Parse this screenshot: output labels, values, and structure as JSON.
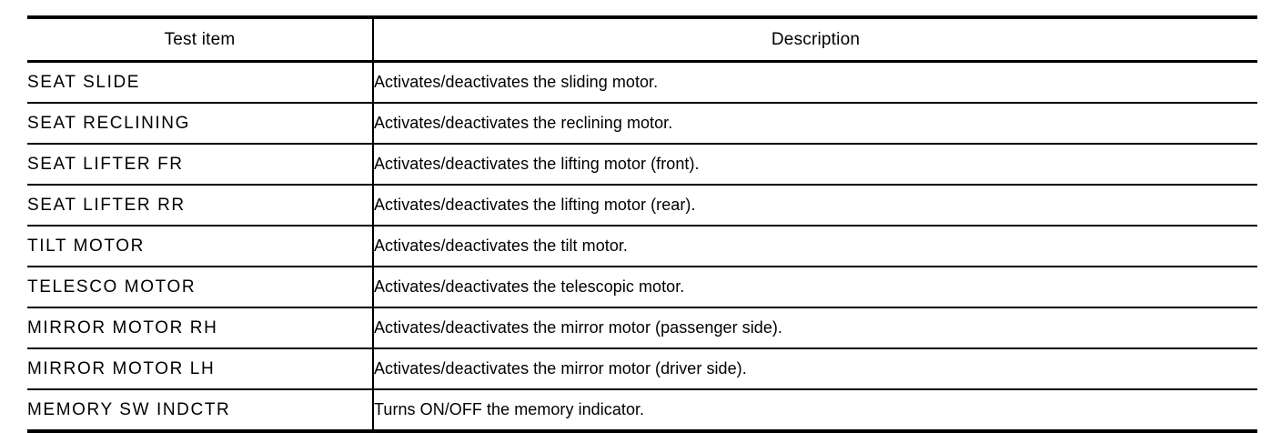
{
  "table": {
    "columns": [
      {
        "key": "item",
        "header": "Test item",
        "align": "center"
      },
      {
        "key": "description",
        "header": "Description",
        "align": "center"
      }
    ],
    "rows": [
      {
        "item": "SEAT  SLIDE",
        "description": "Activates/deactivates the sliding motor."
      },
      {
        "item": "SEAT  RECLINING",
        "description": "Activates/deactivates the reclining motor."
      },
      {
        "item": "SEAT  LIFTER  FR",
        "description": "Activates/deactivates the lifting motor (front)."
      },
      {
        "item": "SEAT  LIFTER  RR",
        "description": "Activates/deactivates the lifting motor (rear)."
      },
      {
        "item": "TILT  MOTOR",
        "description": "Activates/deactivates the tilt motor."
      },
      {
        "item": "TELESCO  MOTOR",
        "description": "Activates/deactivates the telescopic motor."
      },
      {
        "item": "MIRROR  MOTOR  RH",
        "description": "Activates/deactivates the mirror motor (passenger side)."
      },
      {
        "item": "MIRROR  MOTOR  LH",
        "description": "Activates/deactivates the mirror motor (driver side)."
      },
      {
        "item": "MEMORY  SW  INDCTR",
        "description": "Turns ON/OFF the memory indicator."
      }
    ]
  },
  "colors": {
    "background": "#ffffff",
    "text": "#000000",
    "rule": "#000000"
  }
}
